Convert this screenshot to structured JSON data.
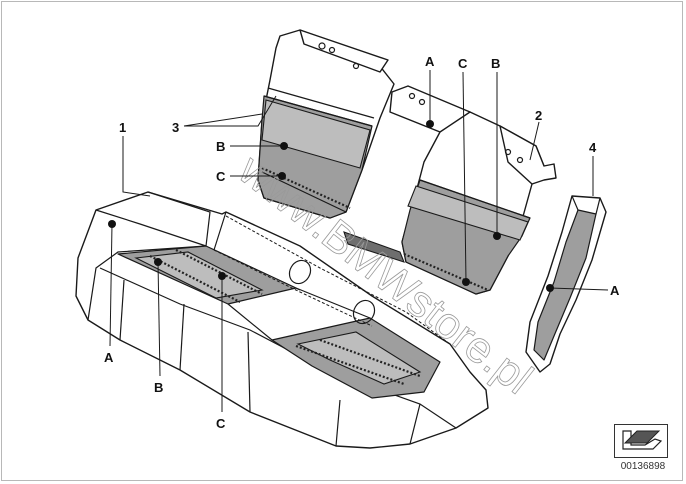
{
  "labels": {
    "part_1": "1",
    "part_2": "2",
    "part_3": "3",
    "part_4": "4",
    "seat_a": "A",
    "seat_b": "B",
    "seat_c": "C",
    "back3_b": "B",
    "back3_c": "C",
    "back2_a": "A",
    "back2_c": "C",
    "back2_b": "B",
    "side4_a": "A"
  },
  "watermark": "www.BMWstore.pl",
  "reference_number": "00136898",
  "icons": {
    "reference": "arrow-pointer-icon"
  },
  "colors": {
    "line": "#1a1a1a",
    "shade": "#9e9e9e",
    "watermark": "#9a9a9a"
  }
}
